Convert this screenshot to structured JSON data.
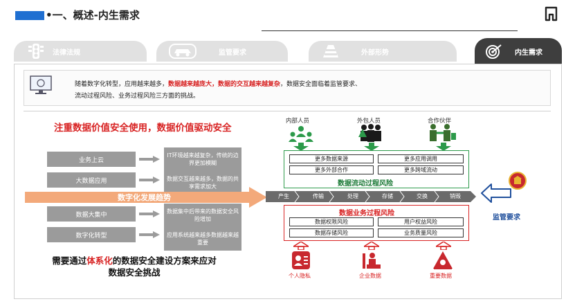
{
  "header": {
    "title": "•一、概述-内生需求"
  },
  "tabs": [
    {
      "label": "法律法规",
      "icon": "traffic-light-icon"
    },
    {
      "label": "监管要求",
      "icon": "car-icon"
    },
    {
      "label": "外部形势",
      "icon": "cone-icon"
    },
    {
      "label": "内生需求",
      "icon": "target-icon"
    }
  ],
  "intro": {
    "part1": "随着数字化转型，应用越来越多，",
    "red1": "数据越来越庞大，数据的交互越来越复杂",
    "part2": "，数据安全面临着监管要求、",
    "line2": "流动过程风险、业务过程风险三方面的挑战。"
  },
  "slogan": "注重数据价值安全使用，数据价值驱动安全",
  "left_rows": [
    {
      "label": "业务上云",
      "desc": "IT环境越来越复杂，传统的边界更加模糊"
    },
    {
      "label": "大数据应用",
      "desc": "数据交互越来越多，数据的共享需求加大"
    },
    {
      "label": "数据大集中",
      "desc": "数据集中后带来的数据安全风险增加"
    },
    {
      "label": "数字化转型",
      "desc": "应用系统越来越多数据越来越重要"
    }
  ],
  "trend": "数字化发展趋势",
  "bottom": {
    "pre": "需要通过",
    "red": "体系化",
    "post": "的数据安全建设方案来应对",
    "line2": "数据安全挑战"
  },
  "actors": [
    {
      "label": "内部人员",
      "icon": "group-icon"
    },
    {
      "label": "外包人员",
      "icon": "outsourced-staff-icon"
    },
    {
      "label": "合作伙伴",
      "icon": "partner-icon"
    }
  ],
  "flow_items": [
    "更多数据来源",
    "更多应用调用",
    "更多外部合作",
    "更多跨域流动"
  ],
  "flow_title": "数据流动过程风险",
  "process_steps": [
    "产生",
    "传输",
    "处理",
    "存储",
    "交换",
    "销毁"
  ],
  "biz_title": "数据业务过程风险",
  "biz_items": [
    "数据权限风险",
    "用户权益风险",
    "数据存储风险",
    "业务质量风险"
  ],
  "supervision": "监管要求",
  "data_types": [
    {
      "label": "个人隐私",
      "icon": "id-card-icon"
    },
    {
      "label": "企业数据",
      "icon": "office-worker-icon"
    },
    {
      "label": "重要数据",
      "icon": "hazard-icon"
    }
  ],
  "colors": {
    "accent": "#1f6fd1",
    "red": "#d82323",
    "green": "#2c9a4a",
    "orange": "#f3a97a",
    "gray": "#9b9b9b"
  }
}
